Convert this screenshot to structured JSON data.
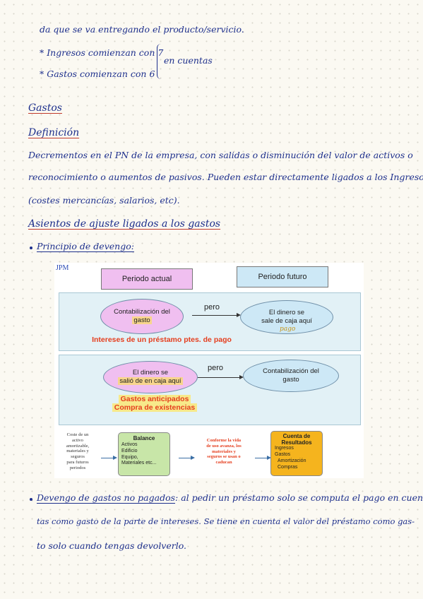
{
  "notes": {
    "line1": "da que se va entregando el producto/servicio.",
    "ingresos": "* Ingresos comienzan con 7",
    "gastos_rule": "* Gastos comienzan con 6",
    "brace_label": "en cuentas",
    "heading_gastos": "Gastos",
    "heading_definicion": "Definición",
    "def_line1": "Decrementos en el PN de la empresa, con salidas o disminución del valor de activos o",
    "def_line2": "reconocimiento o aumentos de pasivos. Pueden estar directamente ligados a los Ingresos",
    "def_line3": "(costes mercancías, salarios, etc).",
    "heading_asientos": "Asientos de ajuste ligados a los gastos",
    "bullet_devengo": "Principio de devengo:",
    "devengo_term": "Devengo de gastos no pagados",
    "devengo_line1_rest": ": al pedir un préstamo solo se computa el pago en cuen-",
    "devengo_line2": "tas como gasto de la parte de intereses. Se tiene en cuenta el valor del préstamo como gas-",
    "devengo_line3": "to solo cuando tengas devolverlo."
  },
  "slide": {
    "logo": "JPM",
    "periodo_actual": "Periodo actual",
    "periodo_futuro": "Periodo futuro",
    "row1": {
      "left_line1": "Contabilización del",
      "left_line2": "gasto",
      "pero": "pero",
      "right_line1": "El dinero se",
      "right_line2": "sale de caja aquí",
      "handwritten": "pago",
      "caption": "Intereses de un préstamo ptes. de pago"
    },
    "row2": {
      "left_line1": "El dinero se",
      "left_line2": "salió de en caja aquí",
      "pero": "pero",
      "right_line1": "Contabilización del",
      "right_line2": "gasto",
      "caption1": "Gastos anticipados",
      "caption2": "Compra de existencias"
    },
    "bottom": {
      "coste_text": [
        "Coste de un",
        "activo",
        "amortizable,",
        "materiales y",
        "seguros",
        "para futuros",
        "periodos"
      ],
      "balance_title": "Balance",
      "balance_items": [
        "Activos",
        "Edificio",
        "Equipo,",
        "Materiales etc..."
      ],
      "conforme_text": [
        "Conforme la vida",
        "de uso avanza, los",
        "materiales y",
        "seguros se usan o",
        "caducan"
      ],
      "cuenta_title_1": "Cuenta de",
      "cuenta_title_2": "Resultados",
      "cuenta_items": [
        "Ingresos",
        "Gastos",
        "Amortización",
        "Compras"
      ]
    }
  },
  "colors": {
    "ink": "#1d2f8c",
    "underline_red": "#c0392b",
    "pink": "#f0bff0",
    "light_blue": "#cde8f6",
    "panel": "#e2f1f6",
    "caption_red": "#e53e1e",
    "balance_green": "#c8e6a8",
    "cuenta_orange": "#f5b41e"
  }
}
